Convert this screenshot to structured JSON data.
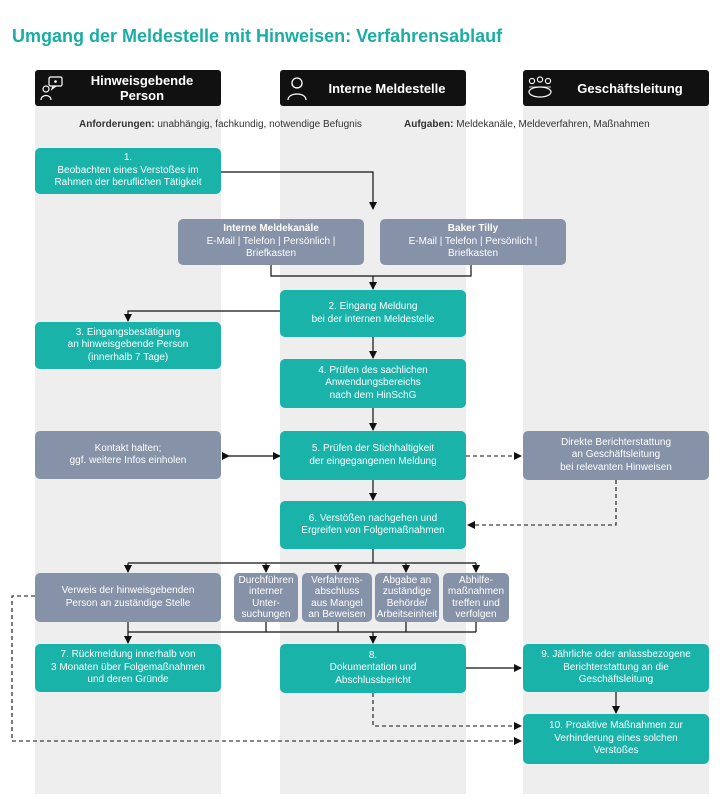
{
  "title": "Umgang der Meldestelle mit Hinweisen: Verfahrensablauf",
  "lanes": {
    "left": {
      "label_line1": "Hinweisgebende",
      "label_line2": "Person",
      "icon": "speech-bubble-person-icon"
    },
    "middle": {
      "label": "Interne Meldestelle",
      "icon": "person-icon"
    },
    "right": {
      "label": "Geschäftsleitung",
      "icon": "meeting-table-icon"
    }
  },
  "requirements": {
    "label": "Anforderungen:",
    "text": "unabhängig, fachkundig, notwendige Befugnis"
  },
  "tasks": {
    "label": "Aufgaben:",
    "text": "Meldekanäle, Meldeverfahren, Maßnahmen"
  },
  "steps": {
    "s1": [
      "1.",
      "Beobachten eines Verstoßes im",
      "Rahmen der beruflichen Tätigkeit"
    ],
    "internal_channels": {
      "title": "Interne Meldekanäle",
      "lines": [
        "E-Mail | Telefon | Persönlich |",
        "Briefkasten"
      ]
    },
    "baker_tilly": {
      "title": "Baker Tilly",
      "lines": [
        "E-Mail | Telefon | Persönlich |",
        "Briefkasten"
      ]
    },
    "s2": [
      "2. Eingang Meldung",
      "bei der internen Meldestelle"
    ],
    "s3": [
      "3. Eingangsbestätigung",
      "an hinweisgebende Person",
      "(innerhalb 7 Tage)"
    ],
    "s4": [
      "4. Prüfen des sachlichen",
      "Anwendungsbereichs",
      "nach dem HinSchG"
    ],
    "contact": [
      "Kontakt halten;",
      "ggf. weitere Infos einholen"
    ],
    "s5": [
      "5. Prüfen der Stichhaltigkeit",
      "der eingegangenen Meldung"
    ],
    "direct_report": [
      "Direkte Berichterstattung",
      "an Geschäftsleitung",
      "bei relevanten Hinweisen"
    ],
    "s6": [
      "6. Verstößen nachgehen und",
      "Ergreifen von Folgemaßnahmen"
    ],
    "referral": [
      "Verweis der hinweisgebenden",
      "Person an zuständige Stelle"
    ],
    "internal_investigation": [
      "Durchführen",
      "interner",
      "Unter-",
      "suchungen"
    ],
    "closure": [
      "Verfahrens-",
      "abschluss",
      "aus Mangel",
      "an Beweisen"
    ],
    "handover": [
      "Abgabe an",
      "zuständige",
      "Behörde/",
      "Arbeitseinheit"
    ],
    "remedy": [
      "Abhilfe-",
      "maßnahmen",
      "treffen und",
      "verfolgen"
    ],
    "s7": [
      "7. Rückmeldung innerhalb von",
      "3 Monaten über Folgemaßnahmen",
      "und deren Gründe"
    ],
    "s8": [
      "8.",
      "Dokumentation und",
      "Abschlussbericht"
    ],
    "s9": [
      "9. Jährliche oder anlassbezogene",
      "Berichterstattung an die",
      "Geschäftsleitung"
    ],
    "s10": [
      "10. Proaktive Maßnahmen zur",
      "Verhinderung eines solchen",
      "Verstoßes"
    ]
  },
  "colors": {
    "teal": "#19b3aa",
    "grey": "#8592a8",
    "title": "#19aea5",
    "header": "#111111",
    "lane": "#eeeeee"
  }
}
